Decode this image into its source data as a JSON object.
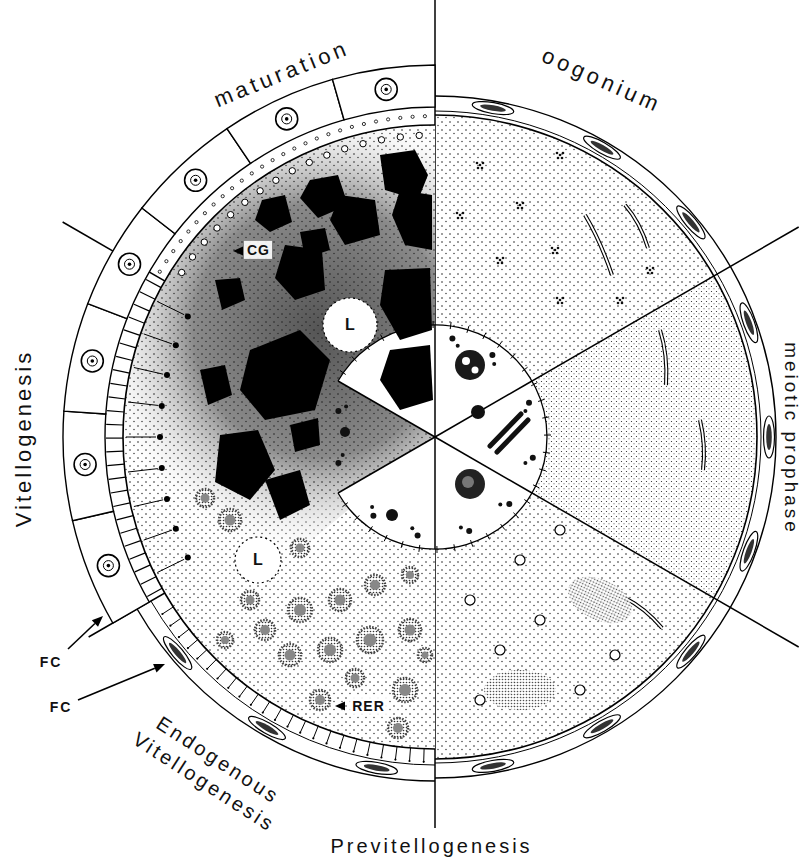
{
  "diagram": {
    "labels": [
      "maturation",
      "oogonium",
      "meiotic prophase",
      "Vitellogenesis",
      "CG",
      "L",
      "L",
      "RER",
      "FC",
      "FC",
      "Endogenous Vitellogenesis",
      "Previtellogenesis"
    ]
  }
}
